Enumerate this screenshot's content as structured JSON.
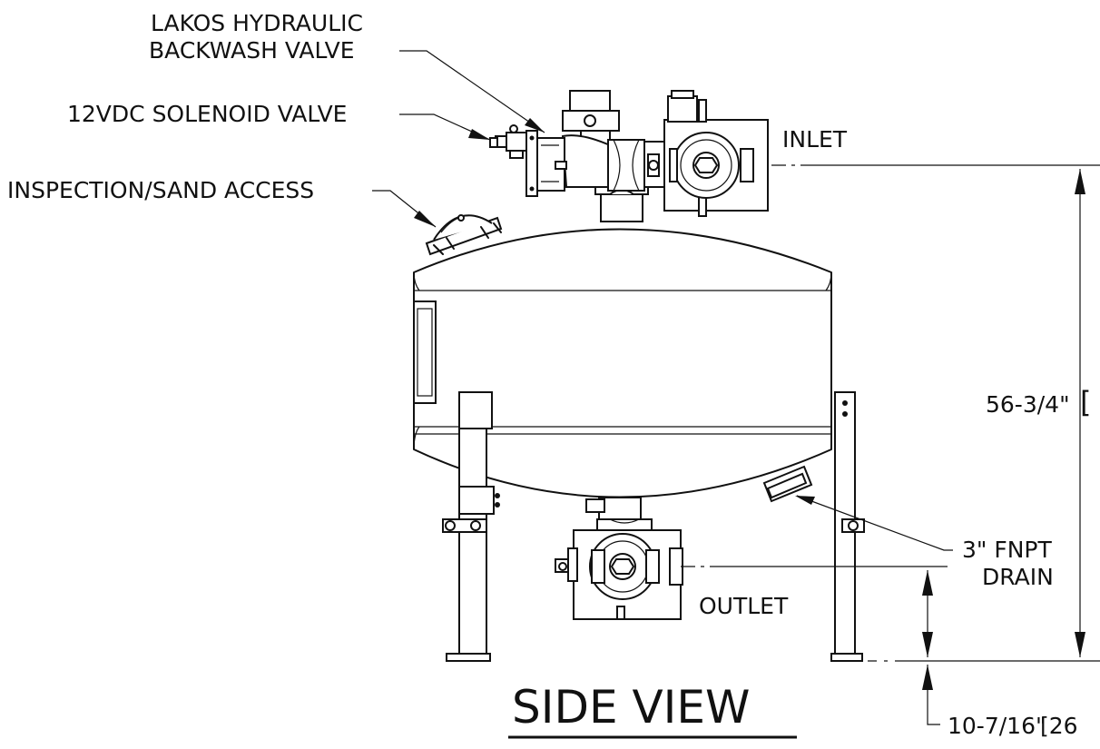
{
  "labels": {
    "backwash_valve_line1": "LAKOS HYDRAULIC",
    "backwash_valve_line2": "BACKWASH VALVE",
    "solenoid_valve": "12VDC SOLENOID VALVE",
    "inspection_access": "INSPECTION/SAND ACCESS",
    "inlet": "INLET",
    "outlet": "OUTLET",
    "drain_line1": "3\" FNPT",
    "drain_line2": "DRAIN"
  },
  "dimensions": {
    "overall_height": "56-3/4\"",
    "overall_height_bracket": "[",
    "outlet_height": "10-7/16\"",
    "outlet_height_bracket": "[26"
  },
  "title": "SIDE VIEW"
}
